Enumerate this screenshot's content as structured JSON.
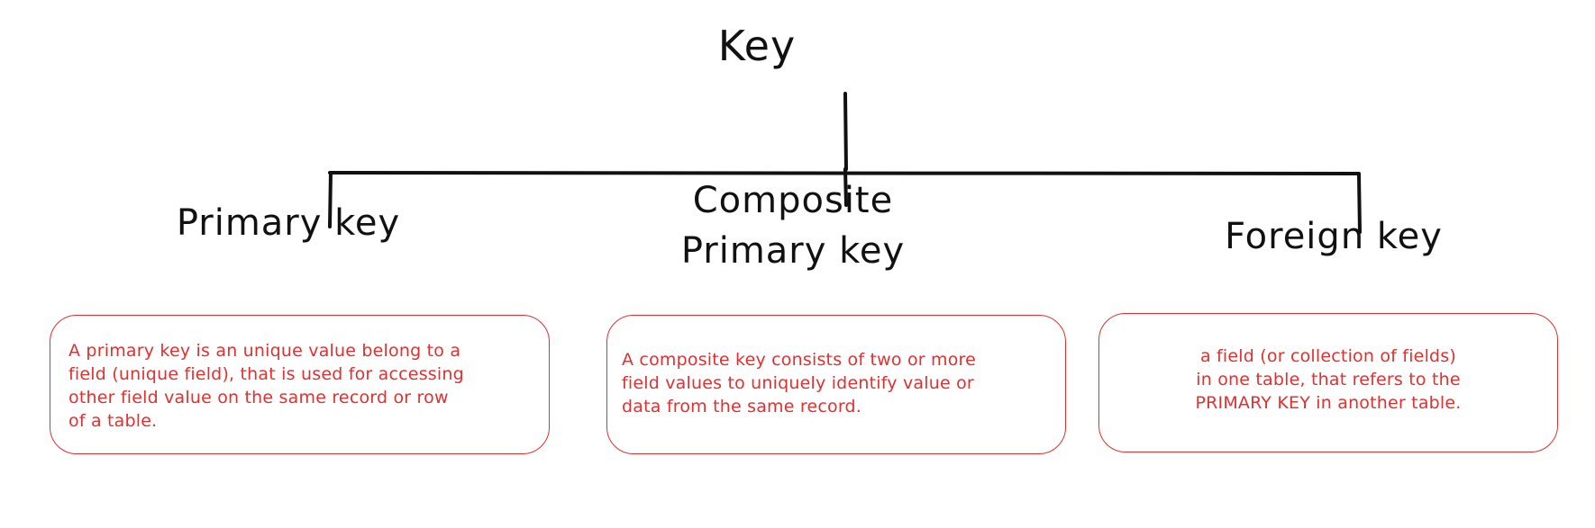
{
  "diagram": {
    "title": "Key",
    "colors": {
      "line": "#111111",
      "accent": "#e03131"
    },
    "nodes": [
      {
        "id": "primary-key",
        "title_lines": [
          "Primary key"
        ],
        "description_lines": [
          "A primary key is an unique value belong to a",
          "field (unique field), that is used for accessing",
          "other field value on the same record  or row",
          "of a table."
        ]
      },
      {
        "id": "composite-primary-key",
        "title_lines": [
          "Composite",
          "Primary key"
        ],
        "description_lines": [
          "A composite key consists of two or more",
          "field values to uniquely identify value or",
          "data from the same record."
        ]
      },
      {
        "id": "foreign-key",
        "title_lines": [
          "Foreign key"
        ],
        "description_lines": [
          "a field (or collection of fields)",
          "in one table, that refers to the",
          "PRIMARY KEY in another table."
        ]
      }
    ]
  }
}
